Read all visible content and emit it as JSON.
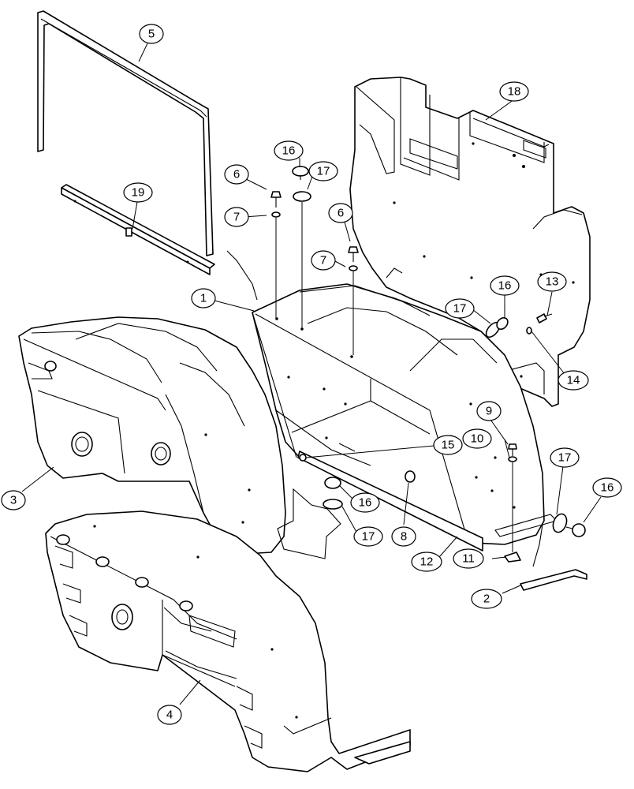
{
  "callouts": {
    "c1": "1",
    "c2": "2",
    "c3": "3",
    "c4": "4",
    "c5": "5",
    "c6a": "6",
    "c6b": "6",
    "c7a": "7",
    "c7b": "7",
    "c8": "8",
    "c9": "9",
    "c10": "10",
    "c11": "11",
    "c12": "12",
    "c13": "13",
    "c14": "14",
    "c15": "15",
    "c16a": "16",
    "c16b": "16",
    "c16c": "16",
    "c16d": "16",
    "c17a": "17",
    "c17b": "17",
    "c17c": "17",
    "c17d": "17",
    "c18": "18",
    "c19": "19"
  }
}
